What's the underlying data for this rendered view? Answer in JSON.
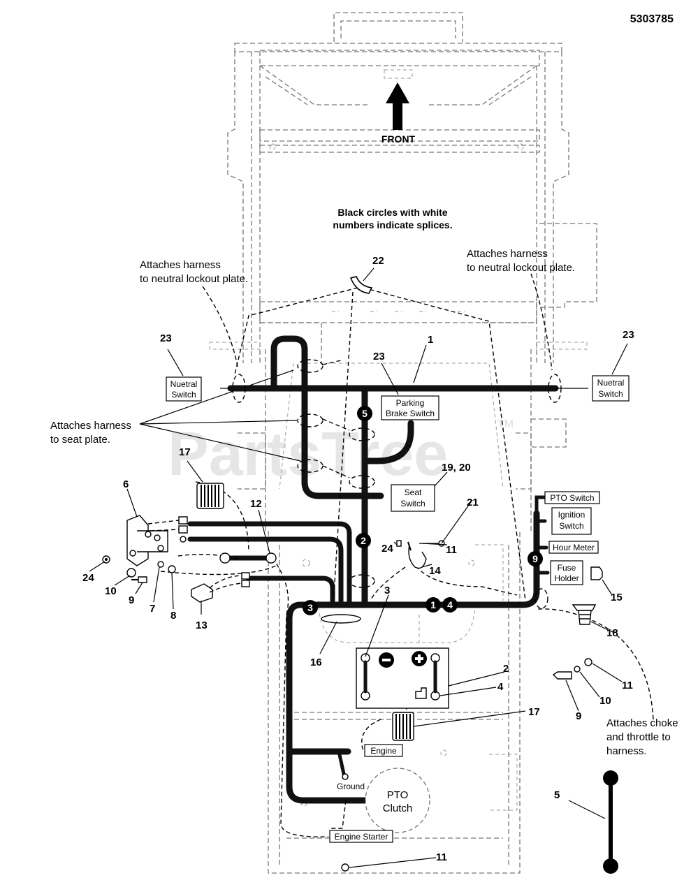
{
  "doc_id": "5303785",
  "front_label": "FRONT",
  "splice_note": [
    "Black circles with white",
    "numbers indicate splices."
  ],
  "watermark": "PartsTree",
  "watermark_tm": "TM",
  "notes": {
    "neutral_left": [
      "Attaches harness",
      "to neutral lockout plate."
    ],
    "neutral_right": [
      "Attaches harness",
      "to neutral lockout plate."
    ],
    "seat_plate": [
      "Attaches harness",
      "to seat plate."
    ],
    "choke": [
      "Attaches choke",
      "and throttle to",
      "harness."
    ]
  },
  "component_labels": {
    "neutral_switch_left": [
      "Nuetral",
      "Switch"
    ],
    "neutral_switch_right": [
      "Nuetral",
      "Switch"
    ],
    "parking_brake_switch": [
      "Parking",
      "Brake Switch"
    ],
    "seat_switch": [
      "Seat",
      "Switch"
    ],
    "pto_switch": "PTO Switch",
    "ignition_switch": [
      "Ignition",
      "Switch"
    ],
    "hour_meter": "Hour Meter",
    "fuse_holder": [
      "Fuse",
      "Holder"
    ],
    "engine": "Engine",
    "ground": "Ground",
    "pto_clutch": [
      "PTO",
      "Clutch"
    ],
    "engine_starter": "Engine Starter"
  },
  "splices": [
    "5",
    "2",
    "9",
    "3",
    "1",
    "4"
  ],
  "callouts": [
    "1",
    "23",
    "23",
    "23",
    "22",
    "19, 20",
    "21",
    "17",
    "6",
    "12",
    "24",
    "10",
    "9",
    "7",
    "8",
    "13",
    "24",
    "11",
    "14",
    "3",
    "16",
    "2",
    "4",
    "17",
    "15",
    "18",
    "11",
    "10",
    "9",
    "5",
    "11"
  ]
}
